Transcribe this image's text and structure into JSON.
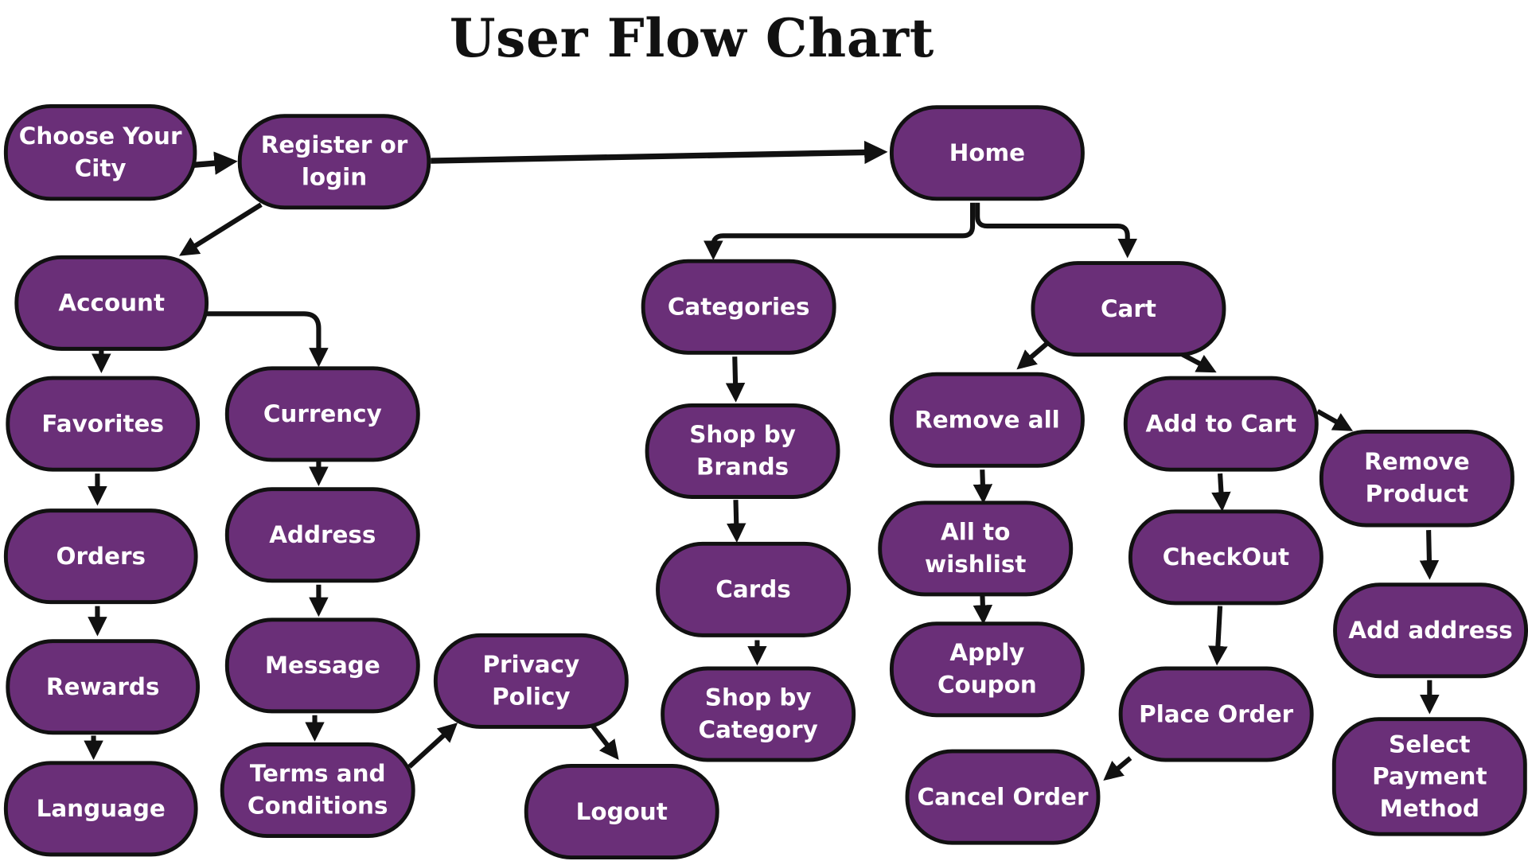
{
  "title": "User Flow Chart",
  "colors": {
    "node_fill": "#6a2f78",
    "node_border": "#111111",
    "node_text": "#ffffff",
    "arrow": "#111111",
    "title": "#111111",
    "background": "#ffffff"
  },
  "nodes": {
    "choose_city": "Choose Your City",
    "register": "Register or login",
    "home": "Home",
    "account": "Account",
    "favorites": "Favorites",
    "orders": "Orders",
    "rewards": "Rewards",
    "language": "Language",
    "currency": "Currency",
    "address": "Address",
    "message": "Message",
    "terms": "Terms and Conditions",
    "privacy": "Privacy Policy",
    "logout": "Logout",
    "categories": "Categories",
    "shop_brands": "Shop by Brands",
    "cards": "Cards",
    "shop_category": "Shop by Category",
    "cart": "Cart",
    "remove_all": "Remove all",
    "wishlist": "All to wishlist",
    "apply_coupon": "Apply Coupon",
    "add_to_cart": "Add to Cart",
    "checkout": "CheckOut",
    "place_order": "Place Order",
    "cancel_order": "Cancel Order",
    "remove_product": "Remove Product",
    "add_address": "Add address",
    "select_payment": "Select Payment Method"
  },
  "edges": [
    [
      "choose_city",
      "register"
    ],
    [
      "register",
      "home"
    ],
    [
      "register",
      "account"
    ],
    [
      "home",
      "categories"
    ],
    [
      "home",
      "cart"
    ],
    [
      "account",
      "favorites"
    ],
    [
      "account",
      "currency"
    ],
    [
      "favorites",
      "orders"
    ],
    [
      "orders",
      "rewards"
    ],
    [
      "rewards",
      "language"
    ],
    [
      "currency",
      "address"
    ],
    [
      "address",
      "message"
    ],
    [
      "message",
      "terms"
    ],
    [
      "terms",
      "privacy"
    ],
    [
      "privacy",
      "logout"
    ],
    [
      "categories",
      "shop_brands"
    ],
    [
      "shop_brands",
      "cards"
    ],
    [
      "cards",
      "shop_category"
    ],
    [
      "cart",
      "remove_all"
    ],
    [
      "cart",
      "add_to_cart"
    ],
    [
      "remove_all",
      "wishlist"
    ],
    [
      "wishlist",
      "apply_coupon"
    ],
    [
      "add_to_cart",
      "checkout"
    ],
    [
      "add_to_cart",
      "remove_product"
    ],
    [
      "checkout",
      "place_order"
    ],
    [
      "place_order",
      "cancel_order"
    ],
    [
      "remove_product",
      "add_address"
    ],
    [
      "add_address",
      "select_payment"
    ]
  ]
}
